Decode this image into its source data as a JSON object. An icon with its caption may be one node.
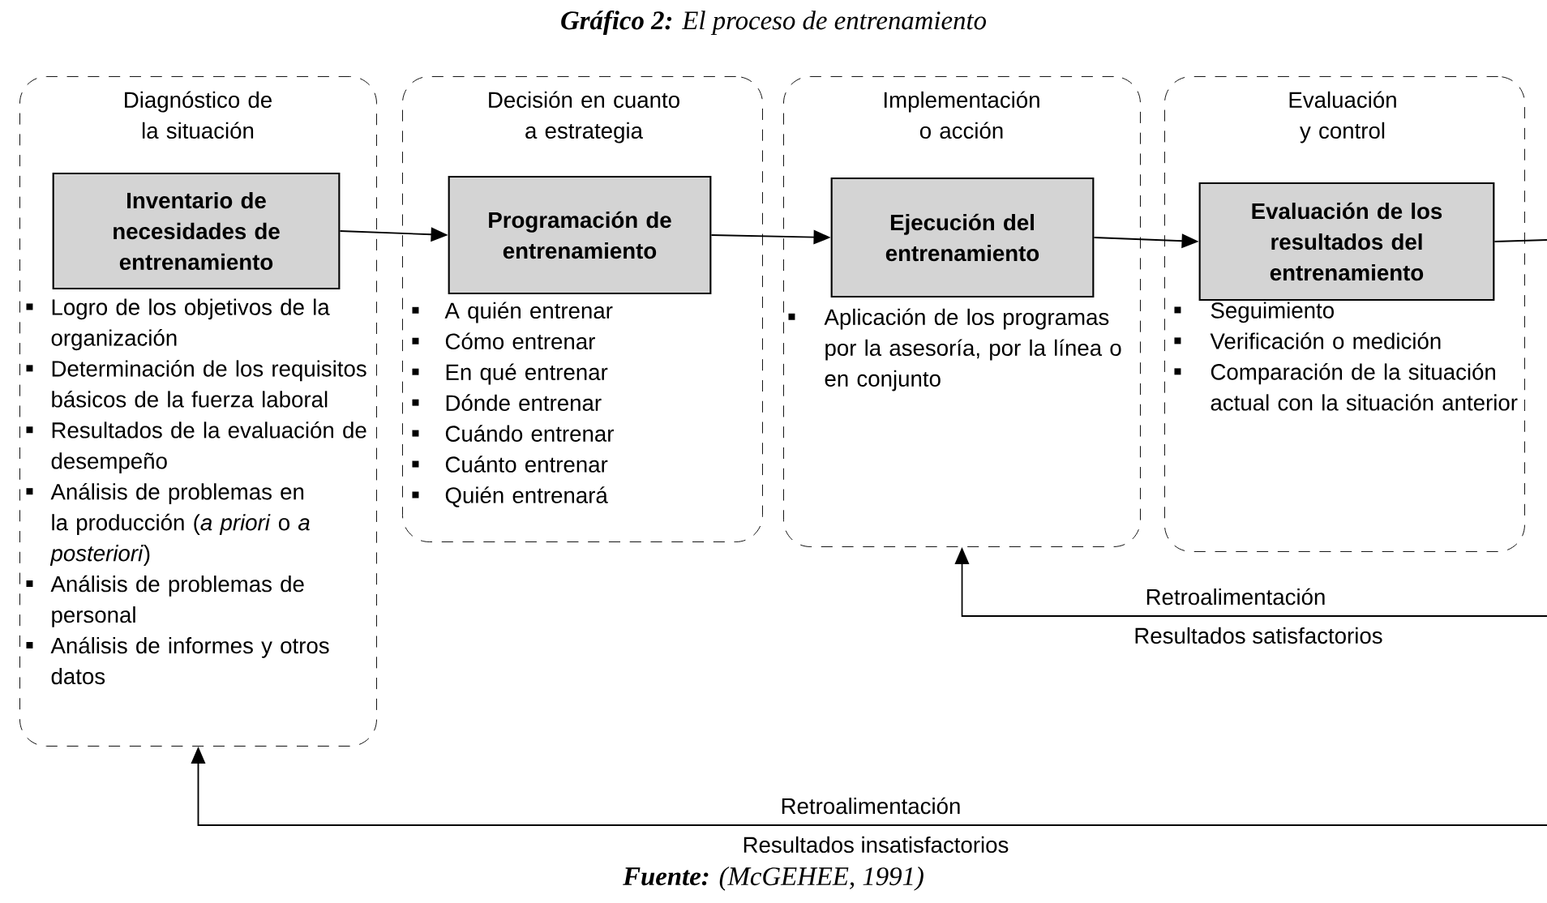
{
  "diagram": {
    "title": "**Gráfico 2:** El proceso de entrenamiento",
    "caption": "**Fuente:** (McGEHEE, 1991)",
    "nodes": [
      {
        "text": [
          "Diagnóstico de la situación",
          "Logro de los objetivos de la organización",
          "Determinación de los requisitos básicos de la fuerza laboral",
          "Resultados de la evaluación de desempeño",
          "Análisis de problemas en la producción (*a priori* o *a posteriori*)",
          "Análisis de problemas de personal",
          "Análisis de informes y otros datos"
        ]
      },
      {
        "text": [
          "Inventario de necesidades de entrenamiento"
        ],
        "in": 0
      },
      {
        "text": [
          "Decisión en cuanto a estrategia",
          "A quién entrenar",
          "Cómo entrenar",
          "En qué entrenar",
          "Dónde entrenar",
          "Cuándo entrenar",
          "Cuánto entrenar",
          "Quién entrenará"
        ]
      },
      {
        "text": [
          "Programación de entrenamiento"
        ],
        "in": 2
      },
      {
        "text": [
          "Implementación o acción",
          "Aplicación de los programas por la asesoría, por la línea o en conjunto"
        ]
      },
      {
        "text": [
          "Ejecución del entrenamiento"
        ],
        "in": 4
      },
      {
        "text": [
          "Evaluación y control",
          "Seguimiento",
          "Verificación o medición",
          "Comparación de la situación actual con la situación anterior"
        ]
      },
      {
        "text": [
          "Evaluación de los resultados del entrenamiento"
        ],
        "in": 6
      }
    ],
    "edges": [
      {
        "from": 1,
        "to": 3,
        "arrow": "to"
      },
      {
        "from": 3,
        "to": 5,
        "arrow": "to"
      },
      {
        "from": 5,
        "to": 7,
        "arrow": "to"
      },
      {
        "from": 7,
        "to": null,
        "arrow": "none"
      },
      {
        "from": null,
        "to": 4,
        "arrow": "to",
        "label": "Retroalimentación"
      },
      {
        "from": null,
        "to": 0,
        "arrow": "to",
        "label": "Retroalimentación"
      }
    ],
    "labels": [
      "Resultados satisfactorios",
      "Resultados insatisfactorios"
    ]
  }
}
